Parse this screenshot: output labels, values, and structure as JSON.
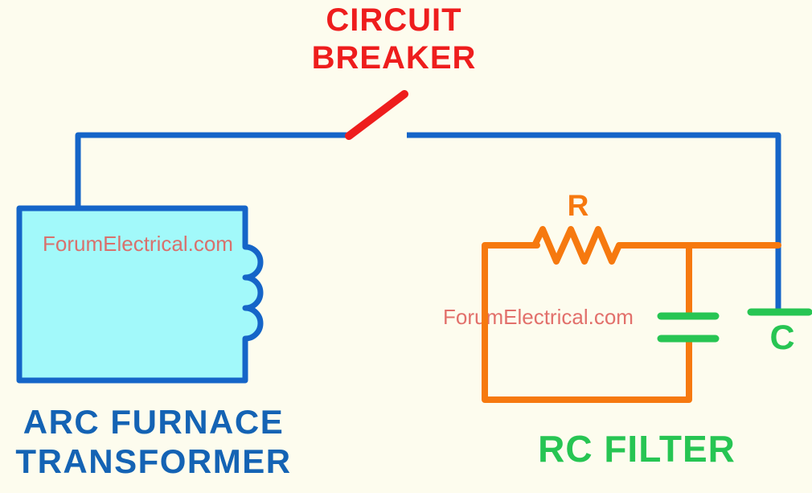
{
  "diagram": {
    "title": "CIRCUIT\nBREAKER",
    "transformer": {
      "label": "ARC FURNACE\nTRANSFORMER",
      "watermark": "ForumElectrical.com"
    },
    "rc_filter": {
      "label": "RC FILTER",
      "resistor_label": "R",
      "capacitor_label": "C",
      "watermark": "ForumElectrical.com"
    },
    "colors": {
      "background": "#fdfcee",
      "wire_blue": "#1565c8",
      "breaker_red": "#ee1d1d",
      "transformer_fill": "#a2f9fa",
      "transformer_border": "#1565c8",
      "transformer_label_blue": "#1463b4",
      "filter_orange": "#f6790f",
      "filter_green": "#27c553",
      "watermark_salmon": "#d8716d"
    }
  }
}
